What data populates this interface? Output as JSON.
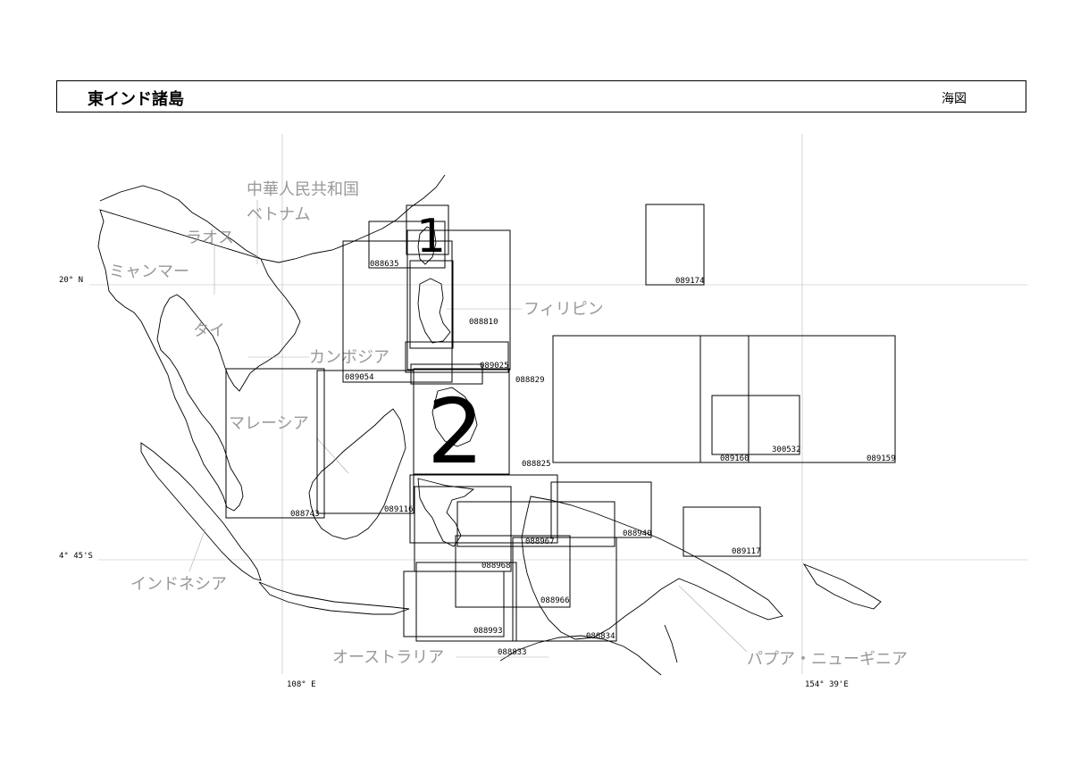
{
  "header": {
    "title": "東インド諸島",
    "doc_type": "海図"
  },
  "grid_labels": {
    "lat_north": "20° N",
    "lat_south": "4° 45'S",
    "lon_west": "108° E",
    "lon_east": "154° 39'E"
  },
  "countries": {
    "china": "中華人民共和国",
    "vietnam": "ベトナム",
    "laos": "ラオス",
    "myanmar": "ミャンマー",
    "thailand": "タイ",
    "cambodia": "カンボジア",
    "philippines": "フィリピン",
    "malaysia": "マレーシア",
    "indonesia": "インドネシア",
    "australia": "オーストラリア",
    "png": "パプア・ニューギニア"
  },
  "region_numbers": {
    "region1": "1",
    "region2": "2"
  },
  "charts": {
    "c088635": "088635",
    "c088810": "088810",
    "c089025": "089025",
    "c089054": "089054",
    "c088829": "088829",
    "c089174": "089174",
    "c089160": "089160",
    "c300532": "300532",
    "c089159": "089159",
    "c088825": "088825",
    "c088743": "088743",
    "c089116": "089116",
    "c088940": "088940",
    "c088967": "088967",
    "c089117": "089117",
    "c088968": "088968",
    "c088966": "088966",
    "c088993": "088993",
    "c088834": "088834",
    "c088833": "088833"
  }
}
